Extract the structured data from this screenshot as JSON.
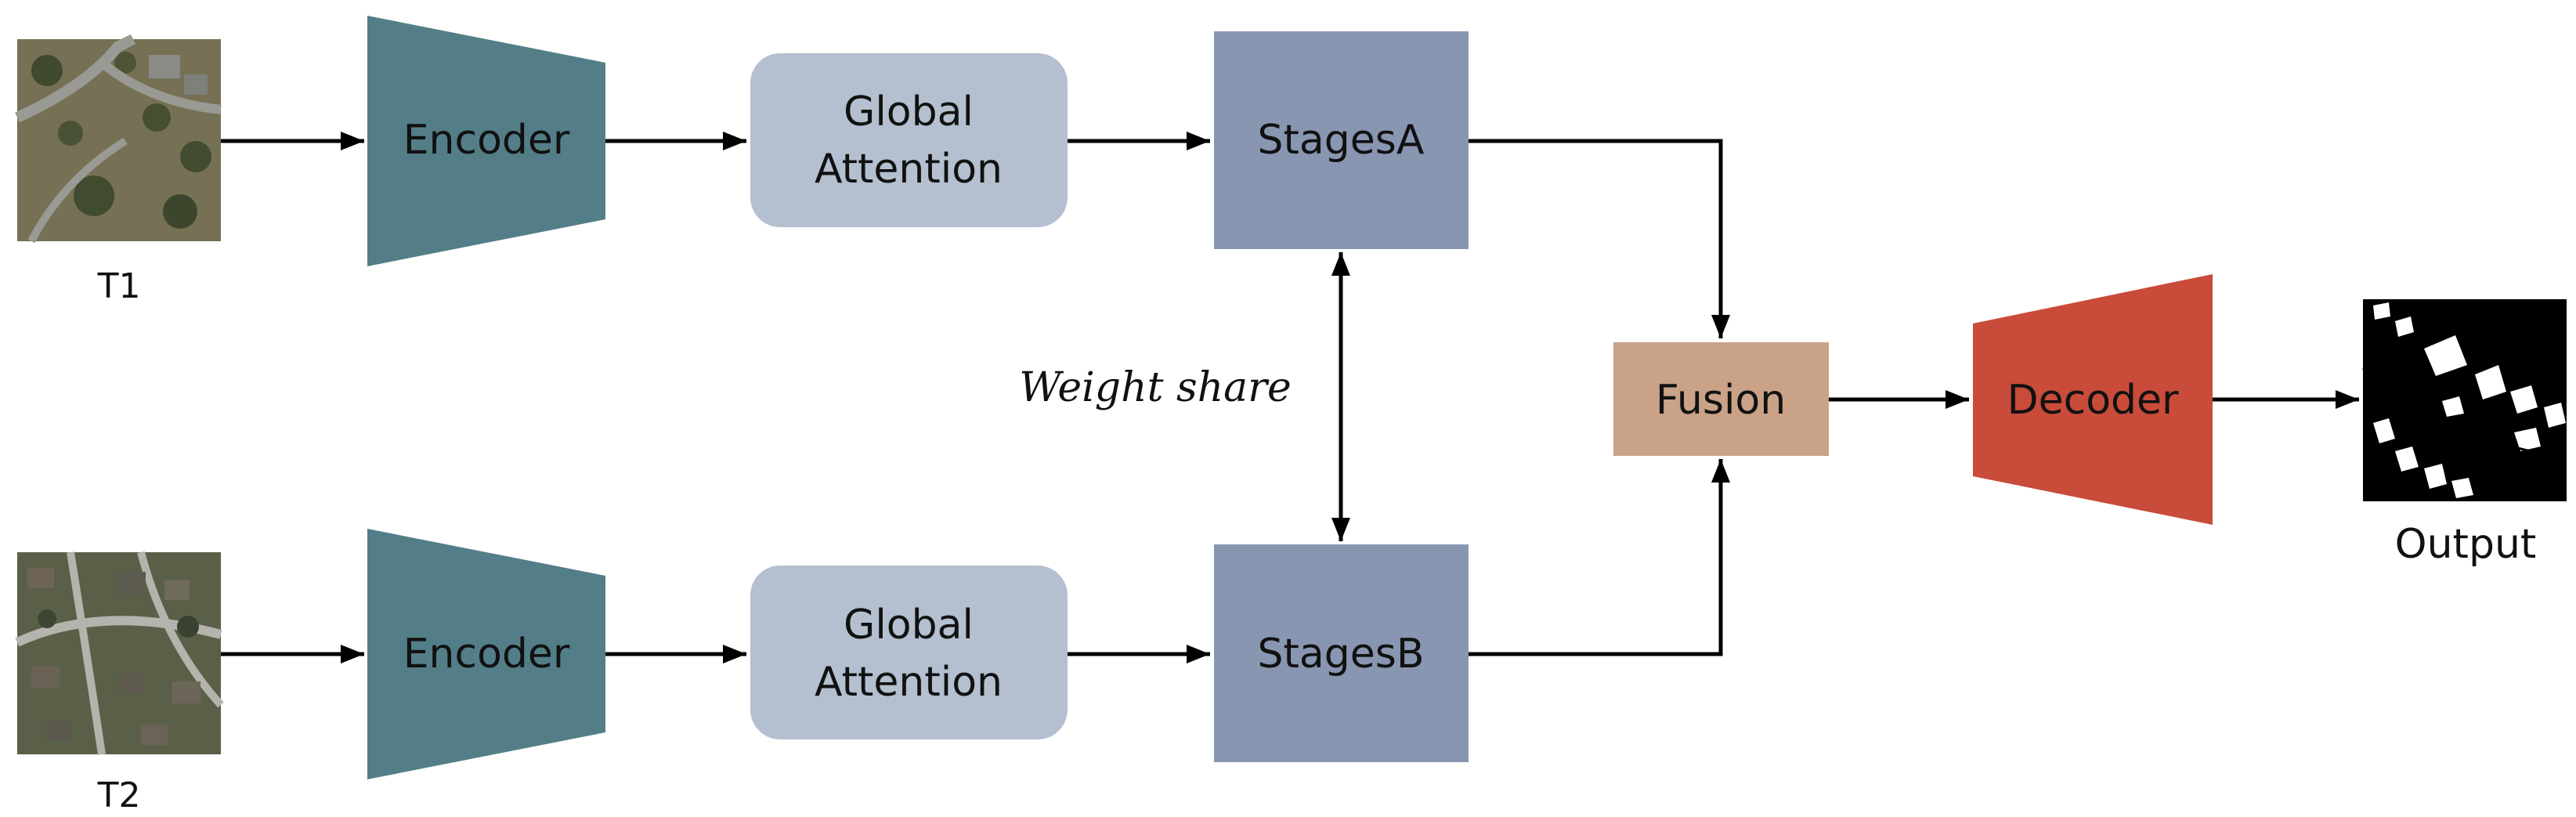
{
  "inputs": {
    "t1_label": "T1",
    "t2_label": "T2"
  },
  "top_branch": {
    "encoder_label": "Encoder",
    "attention_line1": "Global",
    "attention_line2": "Attention",
    "stages_label": "StagesA"
  },
  "bottom_branch": {
    "encoder_label": "Encoder",
    "attention_line1": "Global",
    "attention_line2": "Attention",
    "stages_label": "StagesB"
  },
  "weight_share_label": "Weight share",
  "fusion_label": "Fusion",
  "decoder_label": "Decoder",
  "output_label": "Output",
  "colors": {
    "encoder": "#537e87",
    "attention": "#b4bfcf",
    "stages": "#8896b1",
    "fusion": "#c9a287",
    "decoder": "#c94b3a",
    "output_bg": "#000000",
    "arrow": "#000000"
  }
}
